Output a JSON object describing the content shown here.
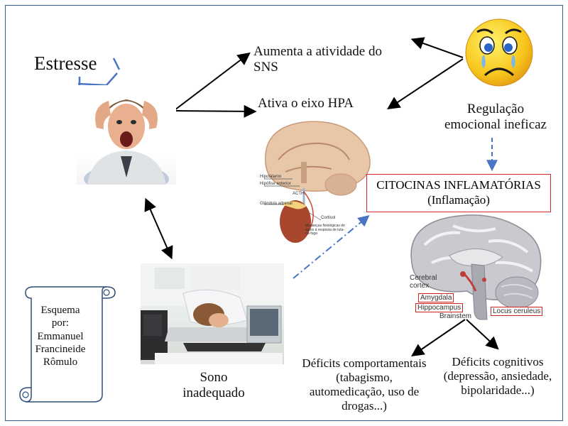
{
  "title": "Estresse",
  "nodes": {
    "sns": "Aumenta a atividade do\nSNS",
    "hpa": "Ativa o eixo HPA",
    "regulation": "Regulação\nemocional ineficaz",
    "cytokines_title": "CITOCINAS INFLAMATÓRIAS",
    "cytokines_sub": "(Inflamação)",
    "sleep": "Sono\ninadequado",
    "behavioral": "Déficits comportamentais\n(tabagismo,\nautomedicação, uso de\ndrogas...)",
    "cognitive": "Déficits cognitivos\n(depressão, ansiedade,\nbipolaridade...)"
  },
  "scheme_credit": "Esquema\npor:\nEmmanuel\nFrancineide\nRômulo",
  "brain_labels": {
    "cerebral_cortex": "Cerebral\ncortex",
    "amygdala": "Amygdala",
    "hippocampus": "Hippocampus",
    "brainstem": "Brainstem",
    "locus": "Locus ceruleus"
  },
  "hpa_figure_labels": {
    "hypothalamus": "Hipotálamo",
    "pituitary": "Hipófise anterior",
    "acth": "ACTH",
    "adrenal": "Glândula adrenal",
    "cortisol": "Cortisol",
    "changes": "Mudanças fisiológicas de apoio à resposta de luta-ou-fuga"
  }
}
